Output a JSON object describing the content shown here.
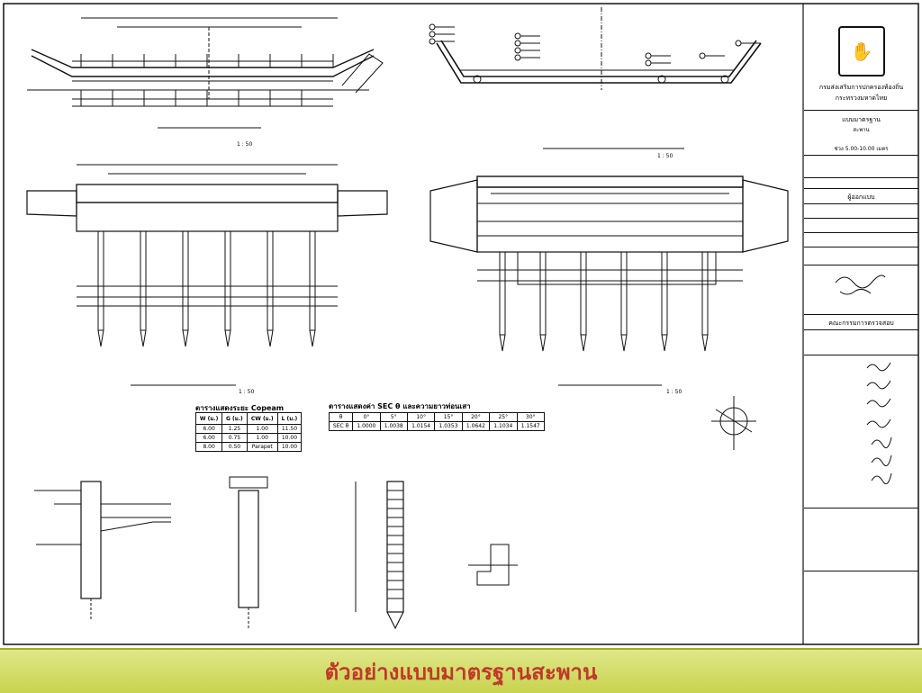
{
  "footer": {
    "caption": "ตัวอย่างแบบมาตรฐานสะพาน"
  },
  "title_block": {
    "org_line1": "กรมส่งเสริมการปกครองท้องถิ่น",
    "org_line2": "กระทรวงมหาดไทย",
    "drawing_title": "แบบมาตรฐาน",
    "drawing_sub1": "สะพาน",
    "drawing_sub2": "ช่วง 5.00-10.00 เมตร",
    "sign_label": "ผู้ออกแบบ",
    "approval_heading": "คณะกรรมการตรวจสอบ"
  },
  "tables": {
    "coping_title": "ตารางแสดงระยะ Copeam",
    "coping_headers": [
      "W (ม.)",
      "G (ม.)",
      "CW (ม.)",
      "L (ม.)"
    ],
    "coping_rows": [
      [
        "6.00",
        "1.25",
        "1.00",
        "11.50"
      ],
      [
        "6.00",
        "0.75",
        "1.00",
        "10.00"
      ],
      [
        "8.00",
        "0.50",
        "Parapet",
        "10.00"
      ]
    ],
    "secant_title": "ตารางแสดงค่า SEC θ และความยาวท่อนเสา",
    "secant_headers": [
      "θ",
      "0°",
      "5°",
      "10°",
      "15°",
      "20°",
      "25°",
      "30°"
    ],
    "secant_values": [
      "SEC θ",
      "1.0000",
      "1.0038",
      "1.0154",
      "1.0353",
      "1.0642",
      "1.1034",
      "1.1547"
    ]
  },
  "labels": {
    "scale": "1 : 50"
  }
}
